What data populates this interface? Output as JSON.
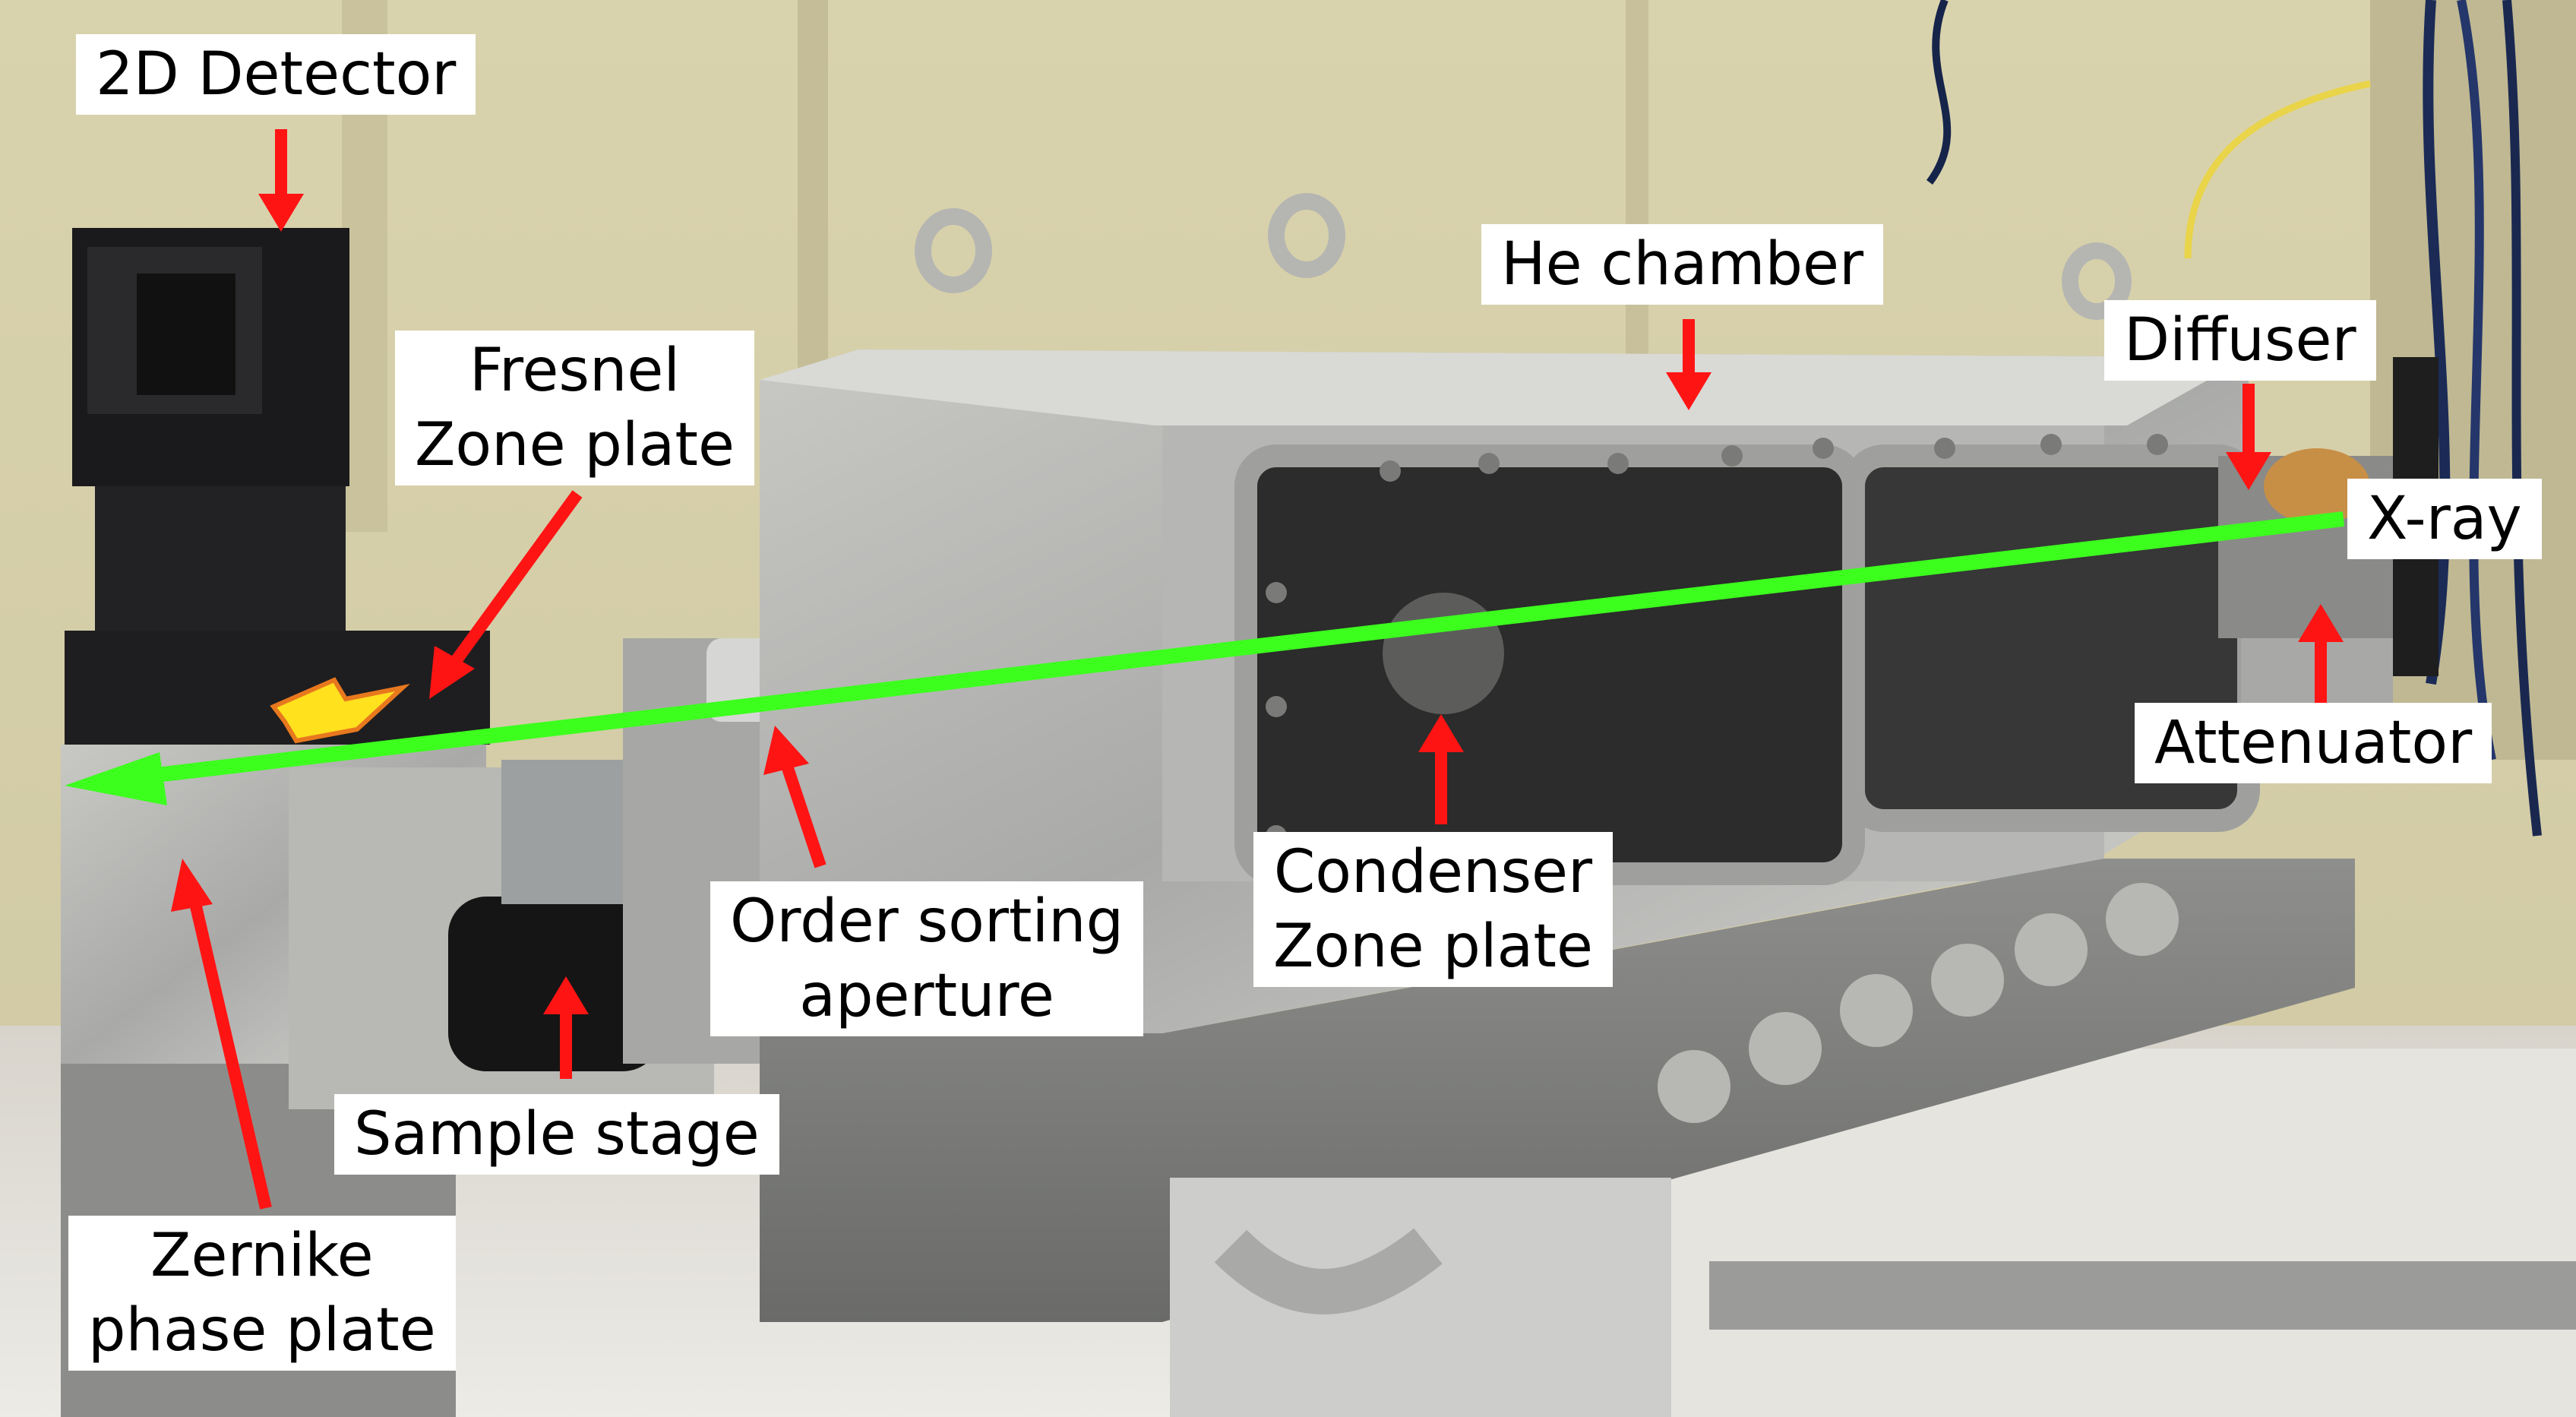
{
  "photo": {
    "description_icon": "beamline-apparatus-photo",
    "colors": {
      "beam": "#3cff1e",
      "arrow": "#ff1414",
      "label_bg": "#ffffff"
    }
  },
  "labels": {
    "detector": "2D Detector",
    "fresnel_line1": "Fresnel",
    "fresnel_line2": "Zone plate",
    "he_chamber": "He chamber",
    "diffuser": "Diffuser",
    "xray": "X-ray",
    "attenuator": "Attenuator",
    "condenser_line1": "Condenser",
    "condenser_line2": "Zone plate",
    "osa_line1": "Order sorting",
    "osa_line2": "aperture",
    "sample_stage": "Sample stage",
    "zernike_line1": "Zernike",
    "zernike_line2": "phase plate"
  }
}
